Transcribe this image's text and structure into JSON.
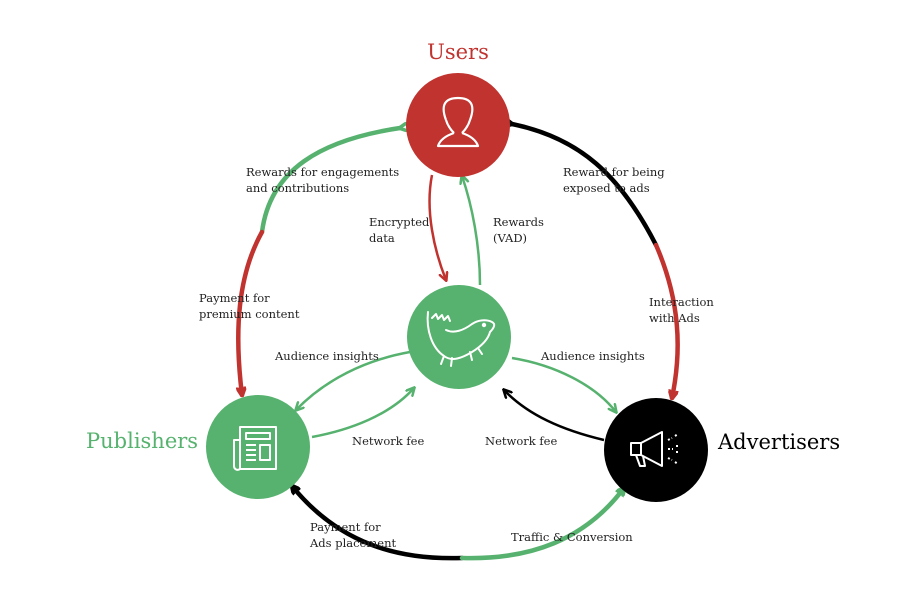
{
  "colors": {
    "red": "#c0332f",
    "green": "#56b26e",
    "black": "#000000",
    "label_text": "#222222"
  },
  "nodes": {
    "users": {
      "title": "Users",
      "icon": "user-icon"
    },
    "center": {
      "icon": "iguana-icon"
    },
    "publishers": {
      "title": "Publishers",
      "icon": "newspaper-icon"
    },
    "advertisers": {
      "title": "Advertisers",
      "icon": "megaphone-icon"
    }
  },
  "labels": {
    "rewards_engagements": [
      "Rewards for engagements",
      "and contributions"
    ],
    "payment_premium": [
      "Payment for",
      "premium content"
    ],
    "encrypted_data": [
      "Encrypted",
      "data"
    ],
    "rewards_vad": [
      "Rewards",
      "(VAD)"
    ],
    "reward_exposed": [
      "Reward for being",
      "exposed to ads"
    ],
    "interaction_ads": [
      "Interaction",
      "with Ads"
    ],
    "audience_left": [
      "Audience insights"
    ],
    "audience_right": [
      "Audience insights"
    ],
    "network_fee_left": [
      "Network fee"
    ],
    "network_fee_right": [
      "Network fee"
    ],
    "payment_ads": [
      "Payment for",
      "Ads placement"
    ],
    "traffic_conversion": [
      "Traffic & Conversion"
    ]
  }
}
